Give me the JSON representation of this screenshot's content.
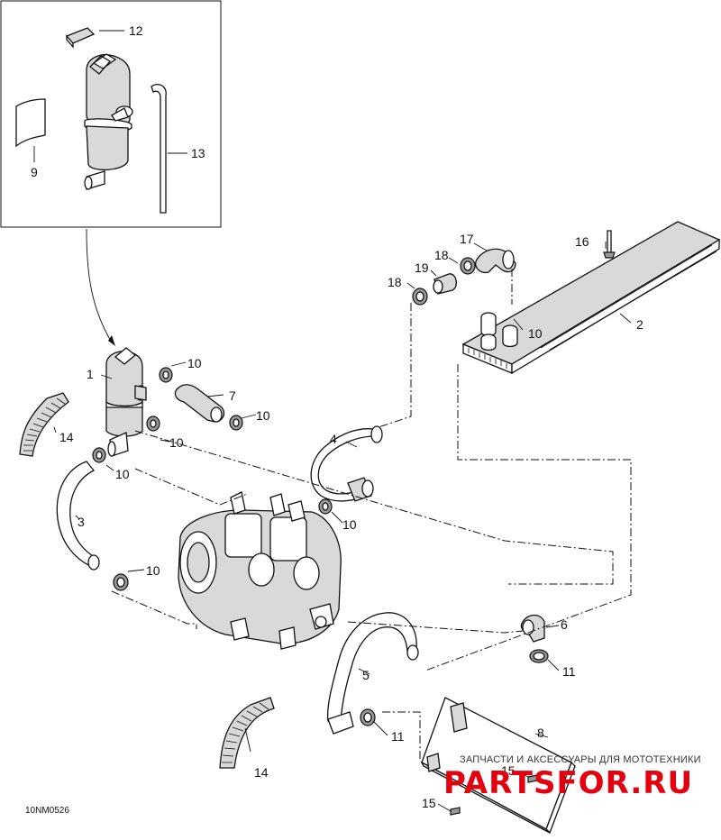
{
  "diagram": {
    "drawing_code": "10NM0526",
    "callouts": {
      "c1": "1",
      "c2": "2",
      "c3": "3",
      "c4": "4",
      "c5": "5",
      "c6": "6",
      "c7": "7",
      "c8": "8",
      "c9": "9",
      "c10a": "10",
      "c10b": "10",
      "c10c": "10",
      "c10d": "10",
      "c10e": "10",
      "c10f": "10",
      "c10g": "10",
      "c11a": "11",
      "c11b": "11",
      "c12": "12",
      "c13": "13",
      "c14a": "14",
      "c14b": "14",
      "c15a": "15",
      "c15b": "15",
      "c16": "16",
      "c17": "17",
      "c18a": "18",
      "c18b": "18",
      "c19": "19"
    }
  },
  "watermark": {
    "subtitle": "ЗАПЧАСТИ И АКСЕССУАРЫ ДЛЯ МОТОТЕХНИКИ",
    "brand": "PARTSFOR.RU",
    "color": "#e3000f"
  }
}
